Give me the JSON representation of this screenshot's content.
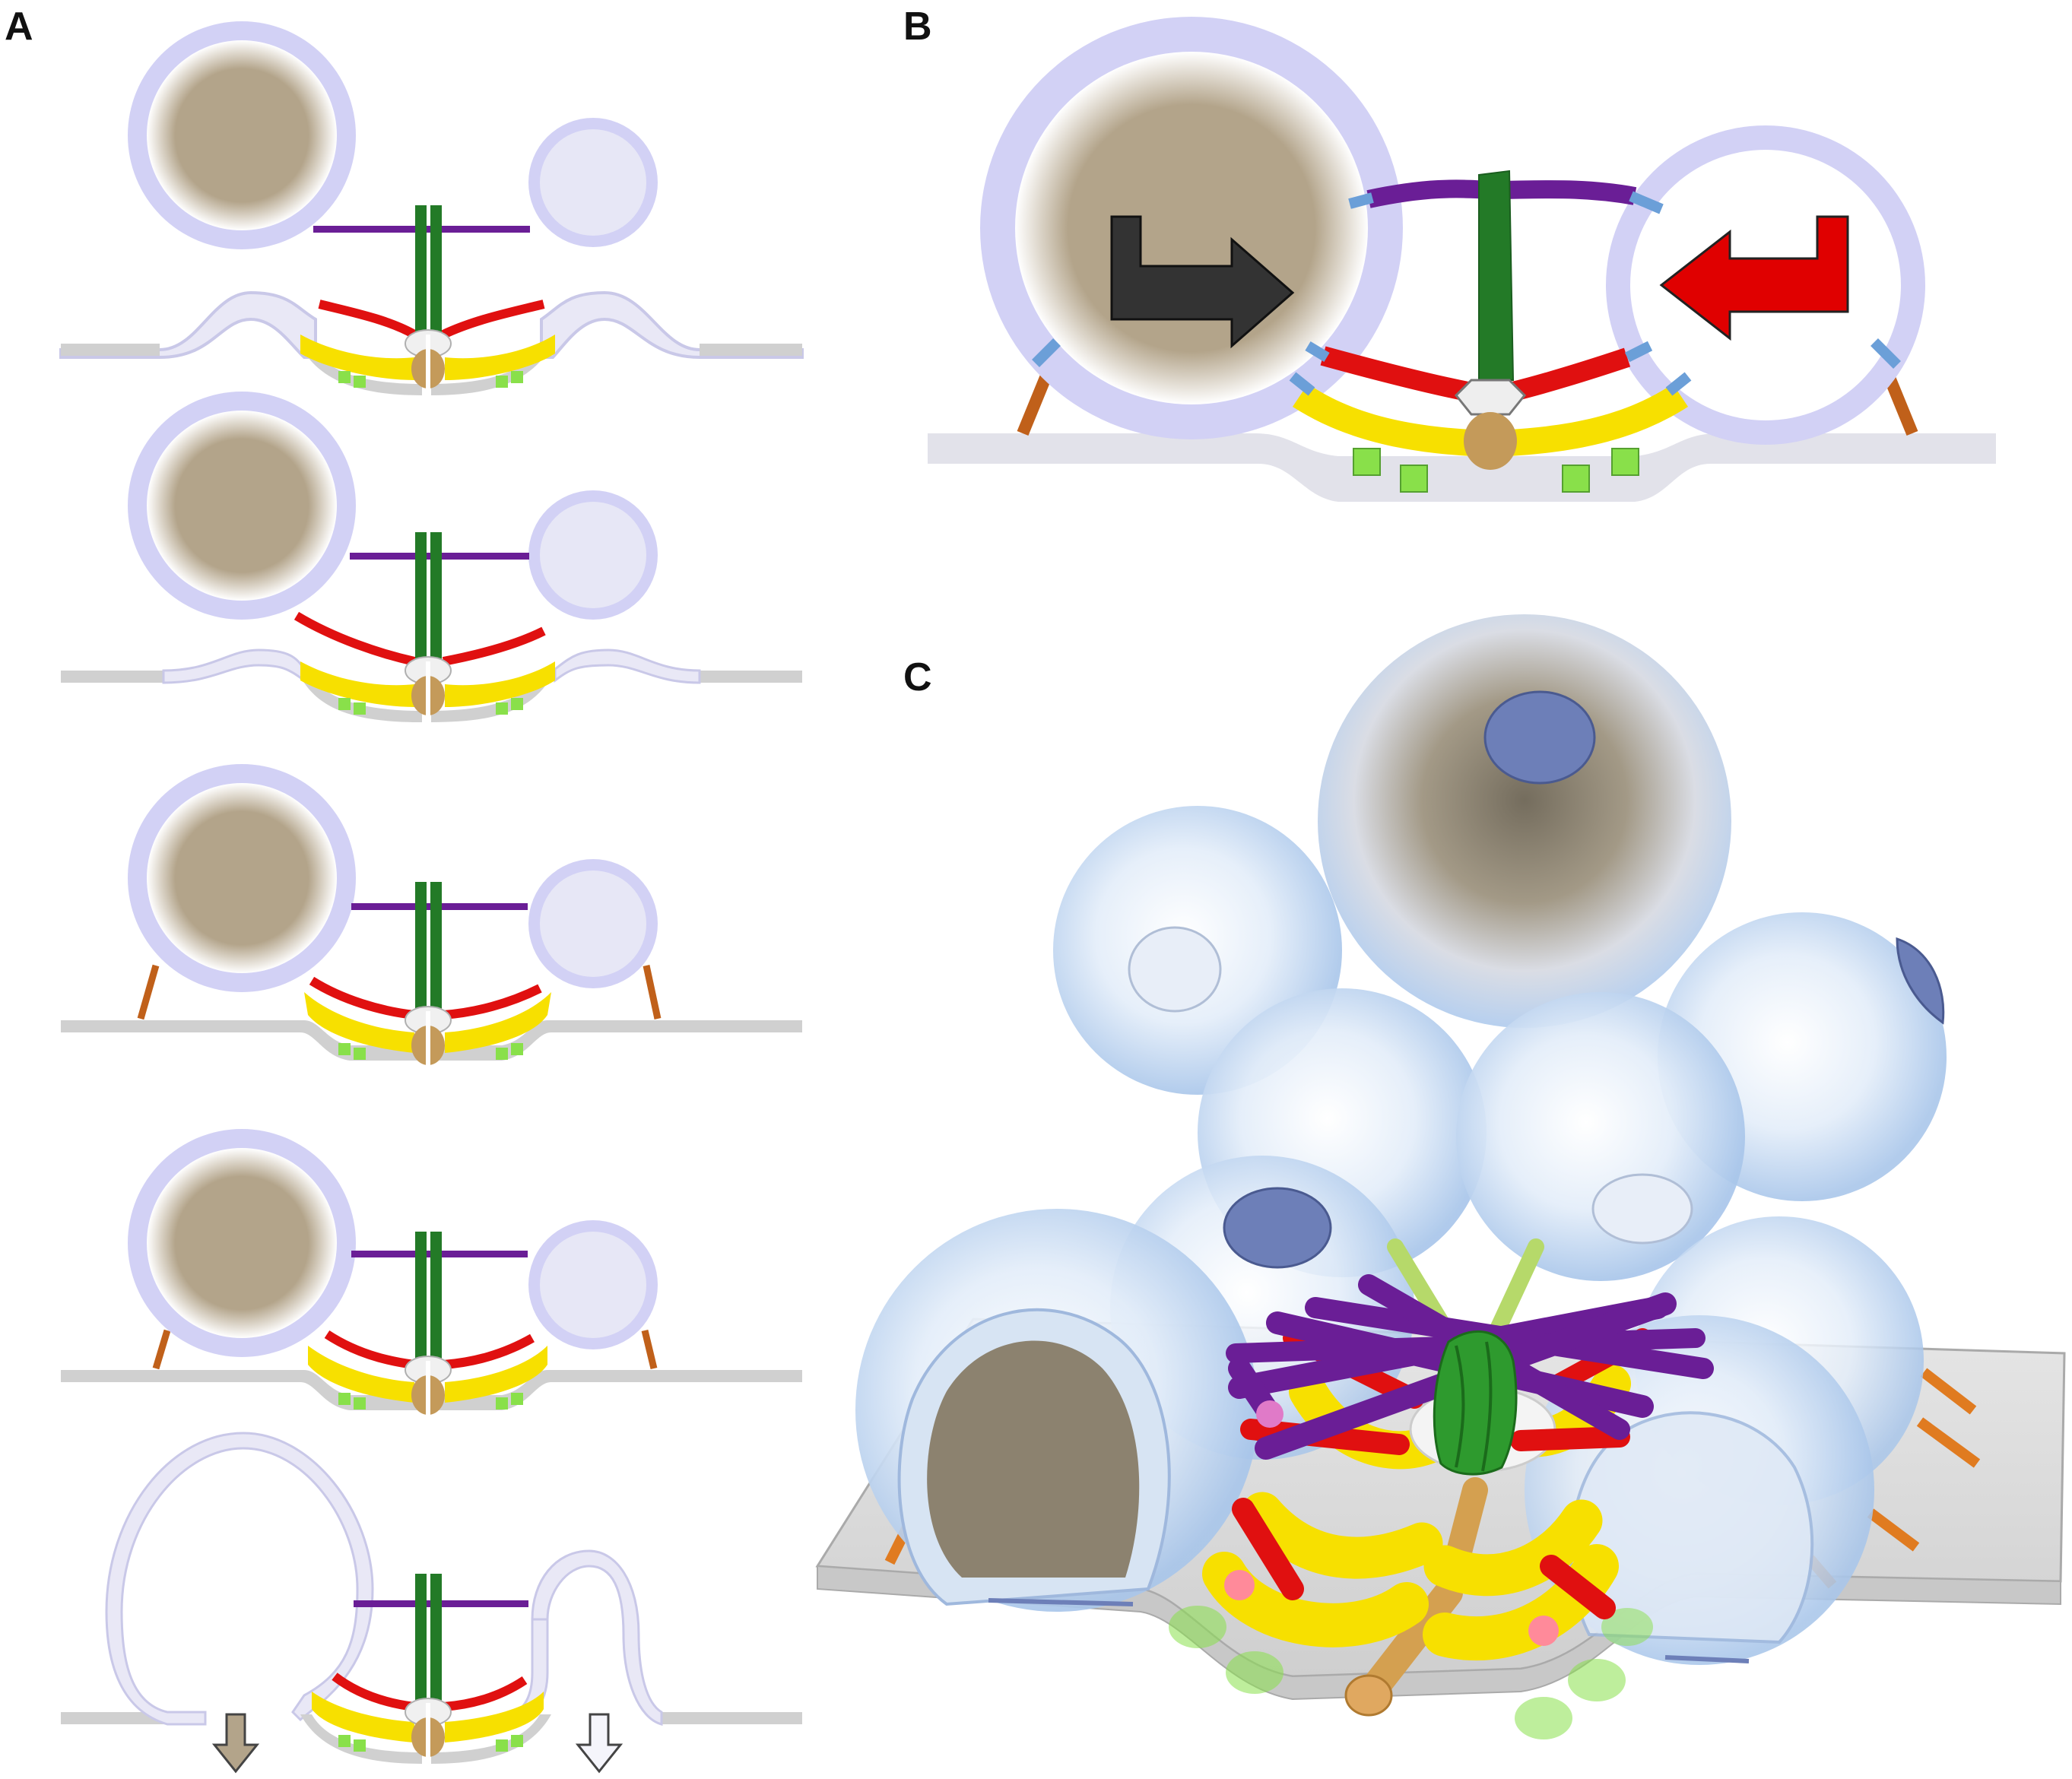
{
  "figure": {
    "panel_labels": [
      "A",
      "B",
      "C"
    ]
  },
  "colors": {
    "vesicle_membrane": "#d2d1f5",
    "vesicle_lumen": "#e7e7f6",
    "dense_core": "#b3a48a",
    "plasma_membrane": "#d0d0d0",
    "actin_green": "#237a27",
    "purple_filament": "#6a1e96",
    "red_filament": "#e01010",
    "yellow_filament": "#f7e000",
    "green_square": "#89e04a",
    "blue_tip": "#6b9fd8",
    "orange_tether": "#c0601a",
    "tan_core": "#c49a5a",
    "arrow_dark": "#333333",
    "arrow_red": "#e00000",
    "sphere_blue": "#c9dcf2",
    "nucleus_blue": "#6d7fb8"
  },
  "icons": [
    "right-turn-arrow-icon",
    "left-turn-arrow-icon",
    "down-arrow-icon"
  ]
}
